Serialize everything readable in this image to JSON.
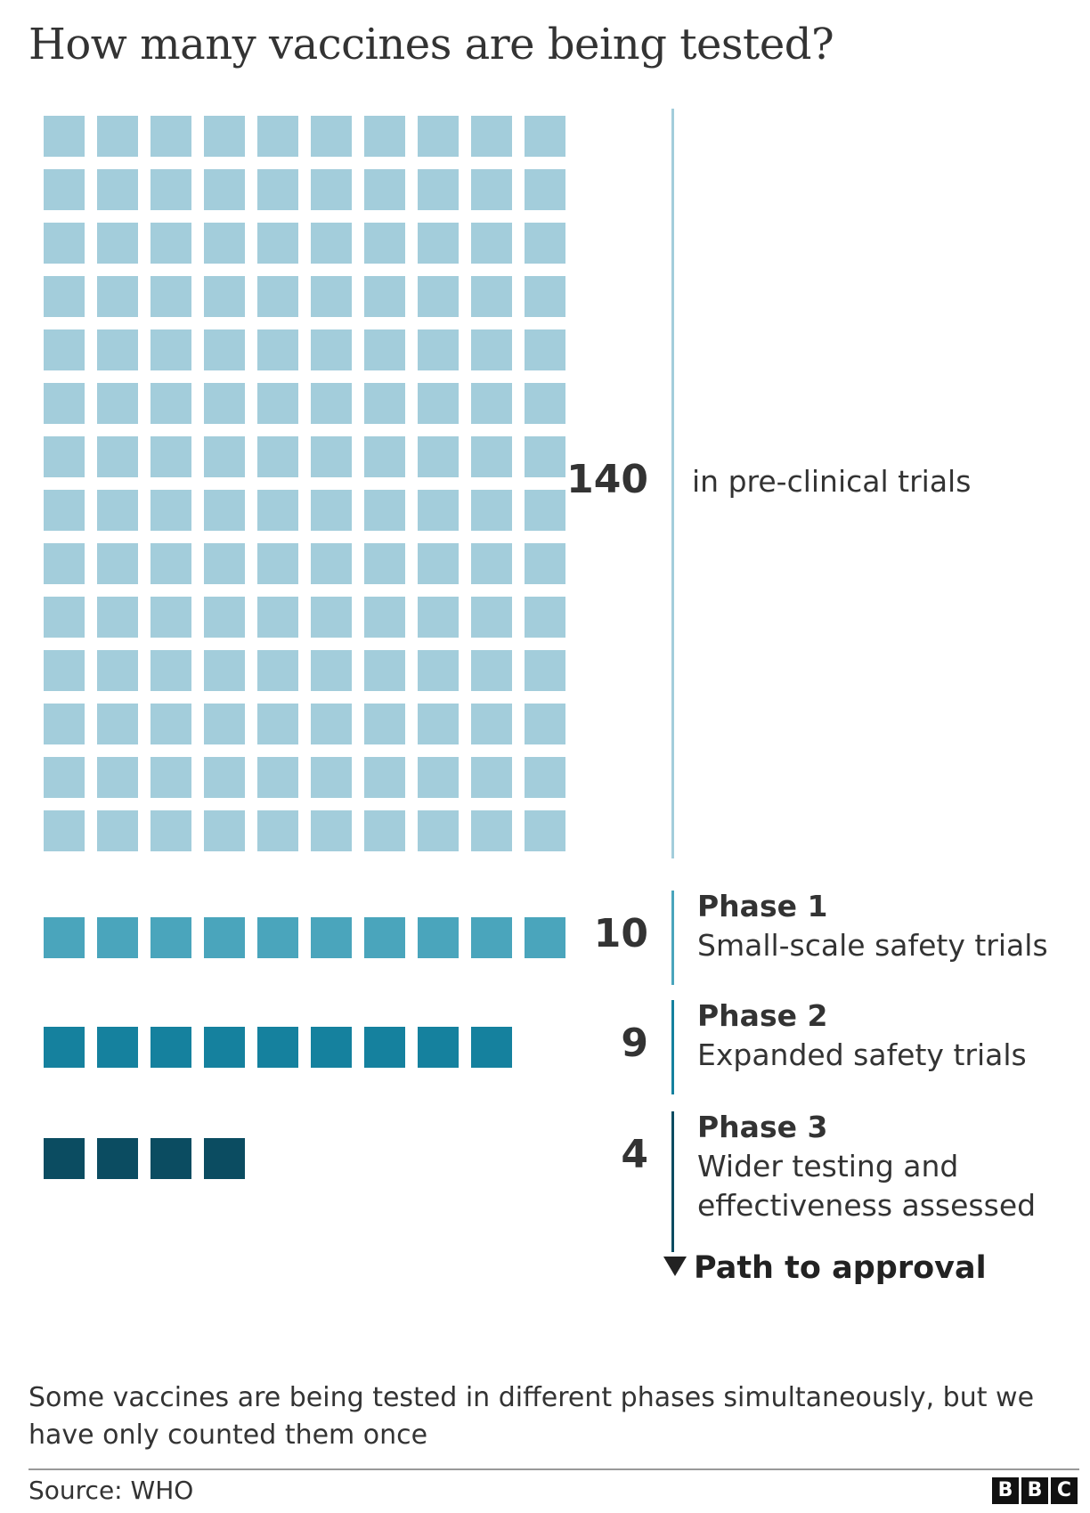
{
  "title": "How many vaccines are being tested?",
  "chart_data": {
    "type": "waffle",
    "unit": "one square = one vaccine",
    "groups": [
      {
        "count": 140,
        "label": "",
        "description": "in pre-clinical trials",
        "color": "#a3cddb"
      },
      {
        "count": 10,
        "label": "Phase 1",
        "description": "Small-scale safety trials",
        "color": "#4aa5bc"
      },
      {
        "count": 9,
        "label": "Phase 2",
        "description": "Expanded safety trials",
        "color": "#15819e"
      },
      {
        "count": 4,
        "label": "Phase 3",
        "description": "Wider testing and effectiveness assessed",
        "color": "#0b4c61"
      }
    ],
    "arrow_label": "Path to approval"
  },
  "note": "Some vaccines are being tested in different phases simultaneously, but we have only counted them once",
  "source": "Source: WHO",
  "logo": [
    "B",
    "B",
    "C"
  ]
}
